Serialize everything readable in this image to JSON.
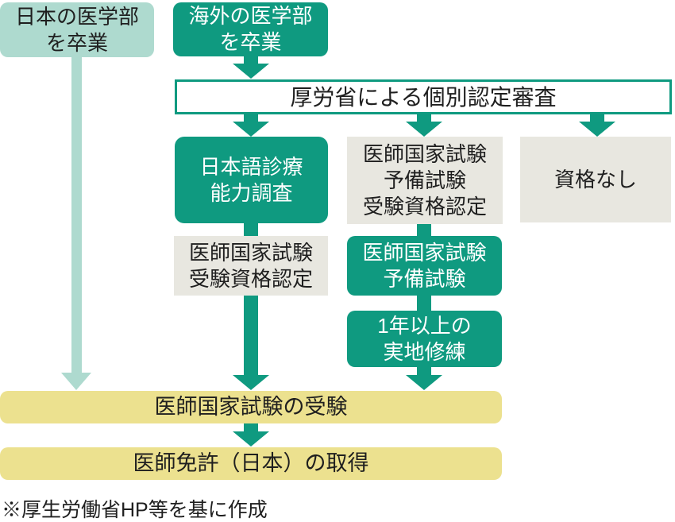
{
  "title": "医師免許取得フロー図",
  "colors": {
    "teal": "#0f9a80",
    "light_teal": "#aedacf",
    "gray": "#e8e7e0",
    "yellow": "#ece18f",
    "text": "#1f1f1f",
    "background": "#ffffff"
  },
  "nodes": {
    "jp_grad": {
      "line1": "日本の医学部",
      "line2": "を卒業"
    },
    "overseas_grad": {
      "line1": "海外の医学部",
      "line2": "を卒業"
    },
    "review": {
      "label": "厚労省による個別認定審査"
    },
    "jp_ability": {
      "line1": "日本語診療",
      "line2": "能力調査"
    },
    "prelim_qual": {
      "line1": "医師国家試験",
      "line2": "予備試験",
      "line3": "受験資格認定"
    },
    "no_qual": {
      "label": "資格なし"
    },
    "exam_qual": {
      "line1": "医師国家試験",
      "line2": "受験資格認定"
    },
    "prelim_exam": {
      "line1": "医師国家試験",
      "line2": "予備試験"
    },
    "training": {
      "line1": "1年以上の",
      "line2": "実地修練"
    },
    "national_exam": {
      "label": "医師国家試験の受験"
    },
    "license": {
      "label": "医師免許（日本）の取得"
    }
  },
  "footer": {
    "note": "※厚生労働省HP等を基に作成"
  }
}
